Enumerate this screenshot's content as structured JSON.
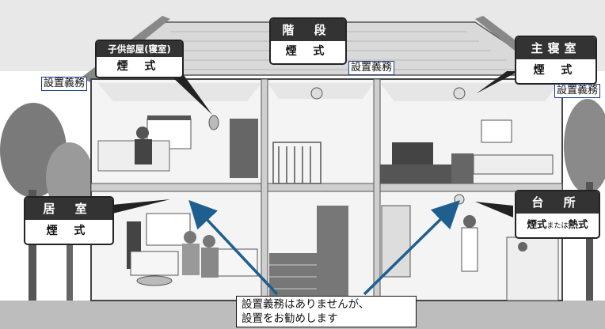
{
  "rooms": {
    "kids": {
      "name": "子供部屋(寝室)",
      "detector": "煙 式",
      "obligation": "設置義務"
    },
    "stairs": {
      "name": "階 段",
      "detector": "煙 式",
      "obligation": "設置義務"
    },
    "master": {
      "name": "主寝室",
      "detector": "煙 式",
      "obligation": "設置義務"
    },
    "living": {
      "name": "居 室",
      "detector": "煙 式"
    },
    "kitchen": {
      "name": "台 所",
      "detector_main": "煙式",
      "detector_mid": "または",
      "detector_end": "熱式"
    }
  },
  "note": {
    "line1": "設置義務はありませんが、",
    "line2": "設置をお勧めします"
  },
  "colors": {
    "arrow": "#1f5f8f",
    "tag_border": "#1a3c8c",
    "callout_head": "#333333"
  }
}
